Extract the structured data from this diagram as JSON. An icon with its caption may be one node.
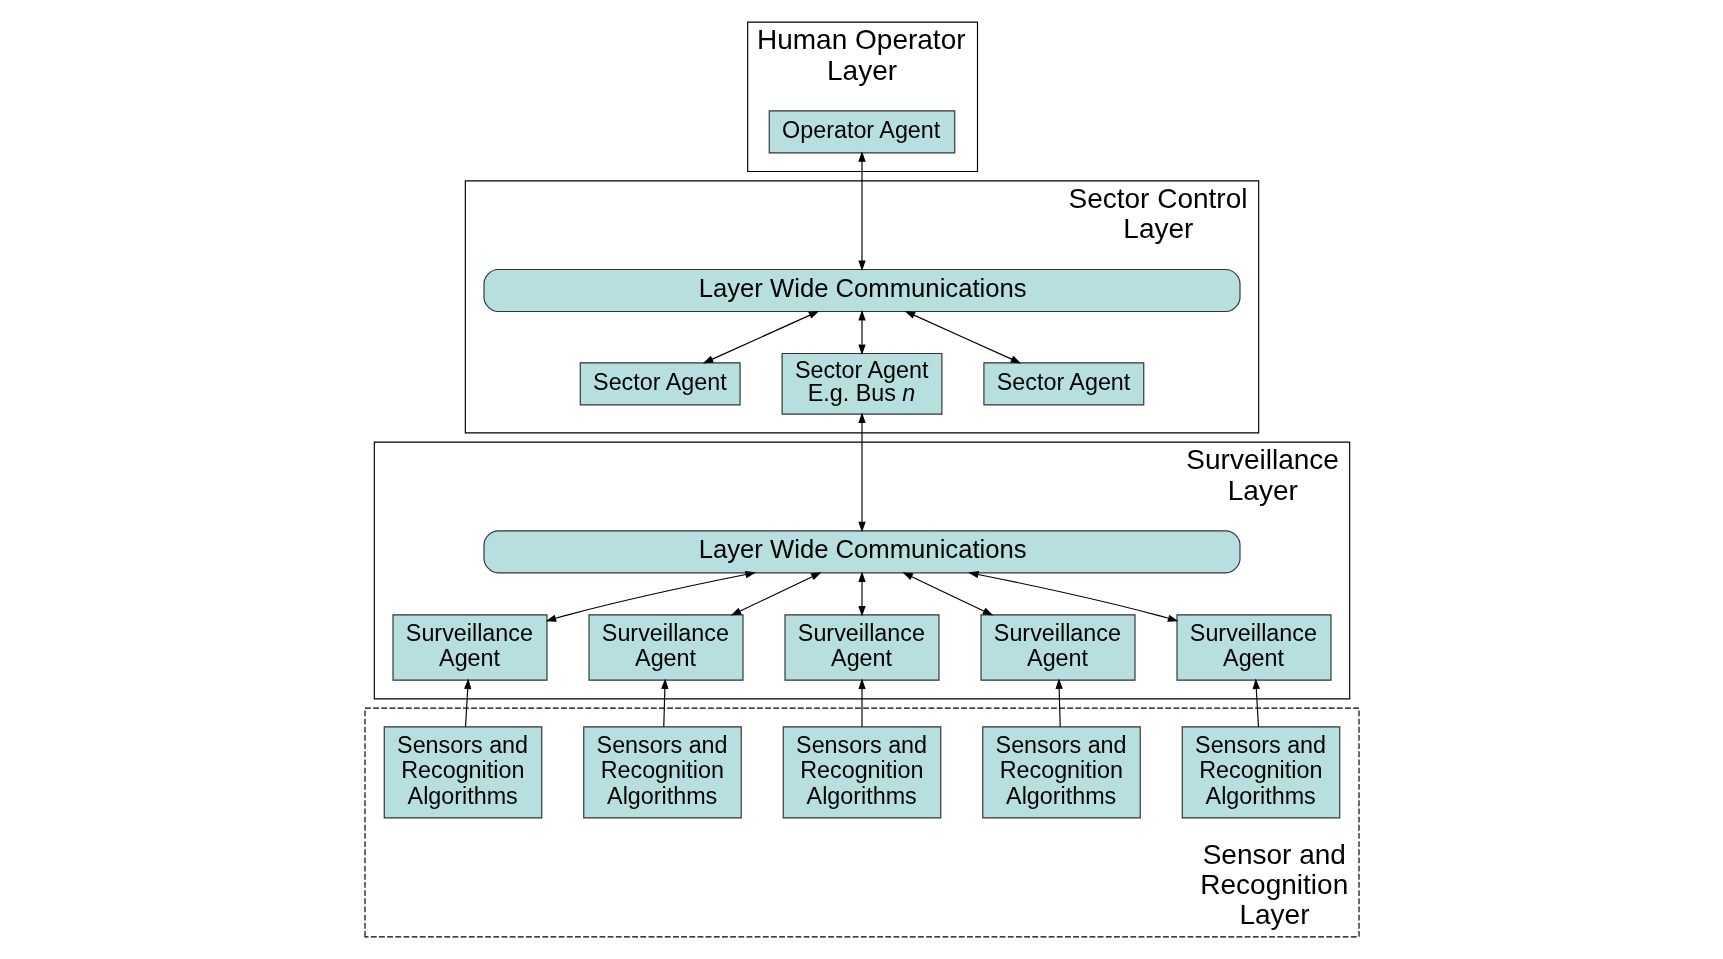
{
  "diagram": {
    "nodes": [
      {
        "text": [
          "Human Operator Layer"
        ]
      },
      {
        "text": [
          "Operator Agent"
        ],
        "in": 0
      },
      {
        "text": [
          "Sector Control Layer"
        ]
      },
      {
        "text": [
          "Layer Wide Communications"
        ],
        "in": 2
      },
      {
        "text": [
          "Sector Agent"
        ],
        "in": 2
      },
      {
        "text": [
          "Sector Agent",
          "E.g. Bus *n*"
        ],
        "in": 2
      },
      {
        "text": [
          "Sector Agent"
        ],
        "in": 2
      },
      {
        "text": [
          "Surveillance Layer"
        ]
      },
      {
        "text": [
          "Layer Wide Communications"
        ],
        "in": 7
      },
      {
        "text": [
          "Surveillance Agent"
        ],
        "in": 7
      },
      {
        "text": [
          "Surveillance Agent"
        ],
        "in": 7
      },
      {
        "text": [
          "Surveillance Agent"
        ],
        "in": 7
      },
      {
        "text": [
          "Surveillance Agent"
        ],
        "in": 7
      },
      {
        "text": [
          "Surveillance Agent"
        ],
        "in": 7
      },
      {
        "text": [
          "Sensor and Recognition Layer"
        ]
      },
      {
        "text": [
          "Sensors and Recognition Algorithms"
        ],
        "in": 14
      },
      {
        "text": [
          "Sensors and Recognition Algorithms"
        ],
        "in": 14
      },
      {
        "text": [
          "Sensors and Recognition Algorithms"
        ],
        "in": 14
      },
      {
        "text": [
          "Sensors and Recognition Algorithms"
        ],
        "in": 14
      },
      {
        "text": [
          "Sensors and Recognition Algorithms"
        ],
        "in": 14
      }
    ],
    "edges": [
      {
        "from": 1,
        "to": 3,
        "arrow": "both"
      },
      {
        "from": 3,
        "to": 4,
        "arrow": "both"
      },
      {
        "from": 3,
        "to": 5,
        "arrow": "both"
      },
      {
        "from": 3,
        "to": 6,
        "arrow": "both"
      },
      {
        "from": 5,
        "to": 8,
        "arrow": "both"
      },
      {
        "from": 8,
        "to": 9,
        "arrow": "both"
      },
      {
        "from": 8,
        "to": 10,
        "arrow": "both"
      },
      {
        "from": 8,
        "to": 11,
        "arrow": "both"
      },
      {
        "from": 8,
        "to": 12,
        "arrow": "both"
      },
      {
        "from": 8,
        "to": 13,
        "arrow": "both"
      },
      {
        "from": 15,
        "to": 9,
        "arrow": "to"
      },
      {
        "from": 16,
        "to": 10,
        "arrow": "to"
      },
      {
        "from": 17,
        "to": 11,
        "arrow": "to"
      },
      {
        "from": 18,
        "to": 12,
        "arrow": "to"
      },
      {
        "from": 19,
        "to": 13,
        "arrow": "to"
      }
    ]
  }
}
